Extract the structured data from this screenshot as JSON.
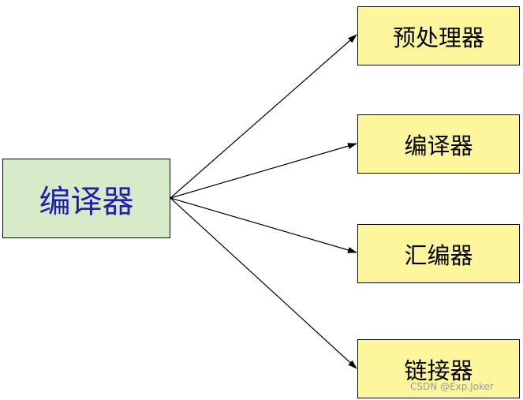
{
  "source": {
    "label": "编译器"
  },
  "targets": [
    {
      "label": "预处理器"
    },
    {
      "label": "编译器"
    },
    {
      "label": "汇编器"
    },
    {
      "label": "链接器"
    }
  ],
  "watermark": "CSDN @Exp.Joker",
  "colors": {
    "source_fill": "#d8ebc9",
    "source_text": "#1f1fae",
    "target_fill": "#fdf69d",
    "border": "#000000",
    "arrow": "#000000"
  }
}
